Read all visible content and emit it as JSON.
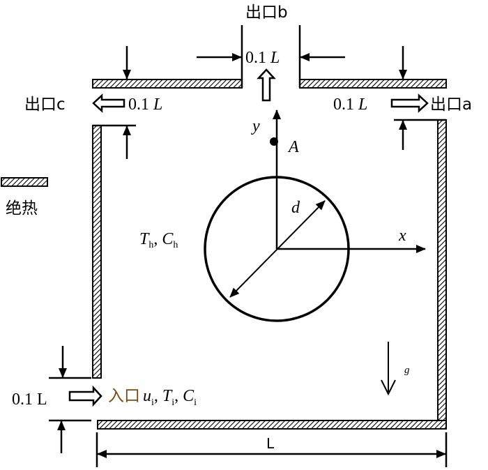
{
  "outlets": {
    "a": "出口a",
    "b": "出口b",
    "c": "出口c"
  },
  "inlet": {
    "label": "入口",
    "u": "u",
    "T": "T",
    "C": "C",
    "sub": "i",
    "sep": ","
  },
  "dims": {
    "outlet_width": "0.1",
    "L_italic": "L",
    "inlet_width": "0.1 L",
    "length": "L"
  },
  "legend": {
    "label": "绝热"
  },
  "cylinder": {
    "T": "T",
    "C": "C",
    "sub": "h",
    "sep": ",",
    "diameter": "d"
  },
  "axes": {
    "x": "x",
    "y": "y",
    "point": "A"
  },
  "gravity": "g",
  "colors": {
    "line": "#000000",
    "inlet_label": "#7a4a10"
  }
}
